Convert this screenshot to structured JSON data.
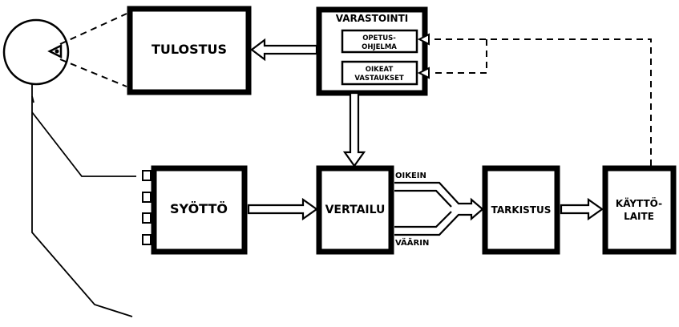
{
  "blocks": {
    "tulostus": "TULOSTUS",
    "varastointi": "VARASTOINTI",
    "opetusohjelma": [
      "OPETUS-",
      "OHJELMA"
    ],
    "oikeat_vastaukset": [
      "OIKEAT",
      "VASTAUKSET"
    ],
    "syotto": "SYÖTTÖ",
    "vertailu": "VERTAILU",
    "tarkistus": "TARKISTUS",
    "kayttolaite": [
      "KÄYTTÖ-",
      "LAITE"
    ]
  },
  "branches": {
    "oikein": "OIKEIN",
    "vaarin": "VÄÄRIN"
  }
}
